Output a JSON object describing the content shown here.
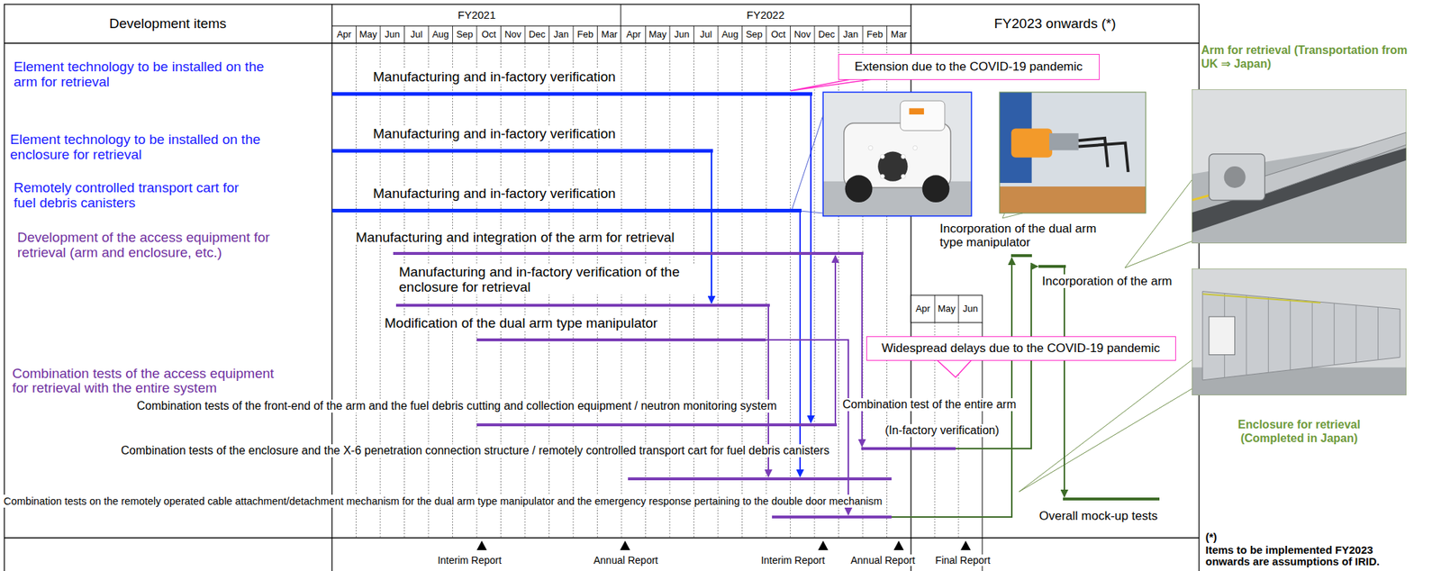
{
  "diagram": {
    "nodes": [
      {
        "text": [
          "Extension due to the COVID-19 pandemic"
        ]
      },
      {
        "text": [
          "Manufacturing and in-factory verification"
        ]
      },
      {
        "text": [
          "Manufacturing and in-factory verification"
        ]
      },
      {
        "text": [
          "Manufacturing and in-factory verification"
        ]
      },
      {
        "text": [
          "Manufacturing and integration of the arm for retrieval"
        ]
      },
      {
        "text": [
          "Manufacturing and in-factory verification of the enclosure for retrieval"
        ]
      },
      {
        "text": [
          "Modification of the dual arm type manipulator"
        ]
      },
      {
        "text": [
          "Widespread delays due to the COVID-19 pandemic"
        ]
      },
      {
        "text": [
          "Combination tests of the front-end of the arm and the fuel debris cutting and collection equipment / neutron monitoring system"
        ]
      },
      {
        "text": [
          "Combination test of the entire arm",
          "(In-factory verification)"
        ]
      },
      {
        "text": [
          "Combination tests of the enclosure and the X-6 penetration connection structure / remotely controlled transport cart for fuel debris canisters"
        ]
      },
      {
        "text": [
          "Combination tests on the remotely operated cable attachment/detachment mechanism for the dual arm type manipulator and the emergency response pertaining to the double door mechanism"
        ]
      },
      {
        "text": [
          "Incorporation of the dual arm type manipulator"
        ]
      },
      {
        "text": [
          "Incorporation of the arm"
        ]
      },
      {
        "text": [
          "Overall mock-up tests"
        ]
      },
      {
        "text": [
          "Arm for retrieval (Transportation from UK ⇒ Japan)"
        ]
      },
      {
        "text": [
          "Enclosure for retrieval (Completed in Japan)"
        ]
      }
    ],
    "edges": [
      {
        "from": 1,
        "to": 8,
        "arrow": "to"
      },
      {
        "from": 2,
        "to": 5,
        "arrow": "to"
      },
      {
        "from": 3,
        "to": 10,
        "arrow": "to"
      },
      {
        "from": 4,
        "to": 9,
        "arrow": "to"
      },
      {
        "from": 5,
        "to": 10,
        "arrow": "to"
      },
      {
        "from": 6,
        "to": 11,
        "arrow": "to"
      },
      {
        "from": 8,
        "to": 4,
        "arrow": "to"
      },
      {
        "from": 11,
        "to": 12,
        "arrow": "to"
      },
      {
        "from": 9,
        "to": 13,
        "arrow": "to"
      },
      {
        "from": 13,
        "to": 14,
        "arrow": "to"
      }
    ],
    "labels": [
      "Development items",
      "FY2021",
      "FY2022",
      "FY2023 onwards (*)",
      "Apr",
      "May",
      "Jun",
      "Jul",
      "Aug",
      "Sep",
      "Oct",
      "Nov",
      "Dec",
      "Jan",
      "Feb",
      "Mar",
      "Apr",
      "May",
      "Jun",
      "Jul",
      "Aug",
      "Sep",
      "Oct",
      "Nov",
      "Dec",
      "Jan",
      "Feb",
      "Mar",
      "Element technology to be installed on the arm for retrieval",
      "Element technology to be installed on the enclosure for retrieval",
      "Remotely controlled transport cart for fuel debris canisters",
      "Development of the access equipment for retrieval (arm and enclosure, etc.)",
      "Combination tests of the access equipment for retrieval with the entire system",
      "Apr",
      "May",
      "Jun",
      "Interim Report",
      "Annual Report",
      "Interim Report",
      "Annual Report",
      "Final Report",
      "(*)",
      "Items to be implemented FY2023 onwards are assumptions of IRID."
    ]
  }
}
